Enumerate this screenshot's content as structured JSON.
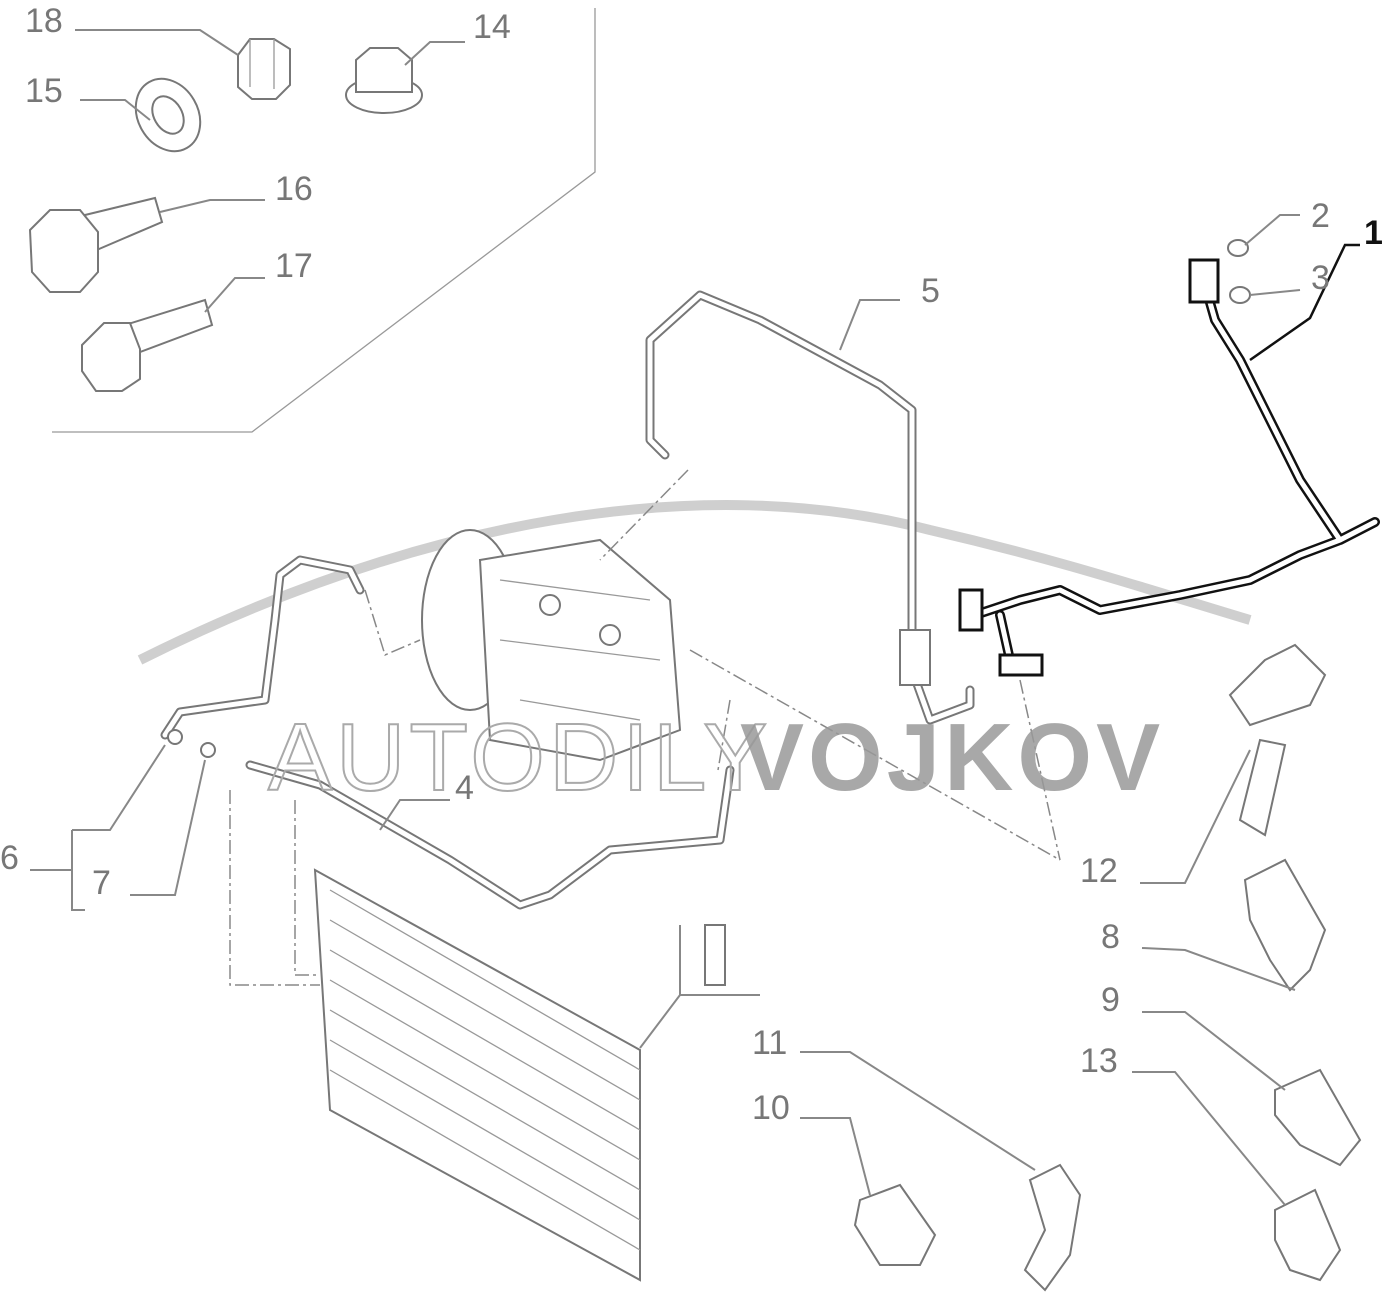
{
  "diagram": {
    "labels": {
      "p1": "1",
      "p2": "2",
      "p3": "3",
      "p4": "4",
      "p5": "5",
      "p6": "6",
      "p7": "7",
      "p8": "8",
      "p9": "9",
      "p10": "10",
      "p11": "11",
      "p12": "12",
      "p13": "13",
      "p14": "14",
      "p15": "15",
      "p16": "16",
      "p17": "17",
      "p18": "18"
    },
    "highlighted_part": "1",
    "watermark": {
      "light": "AUTODILY",
      "bold": "VOJKOV"
    }
  }
}
